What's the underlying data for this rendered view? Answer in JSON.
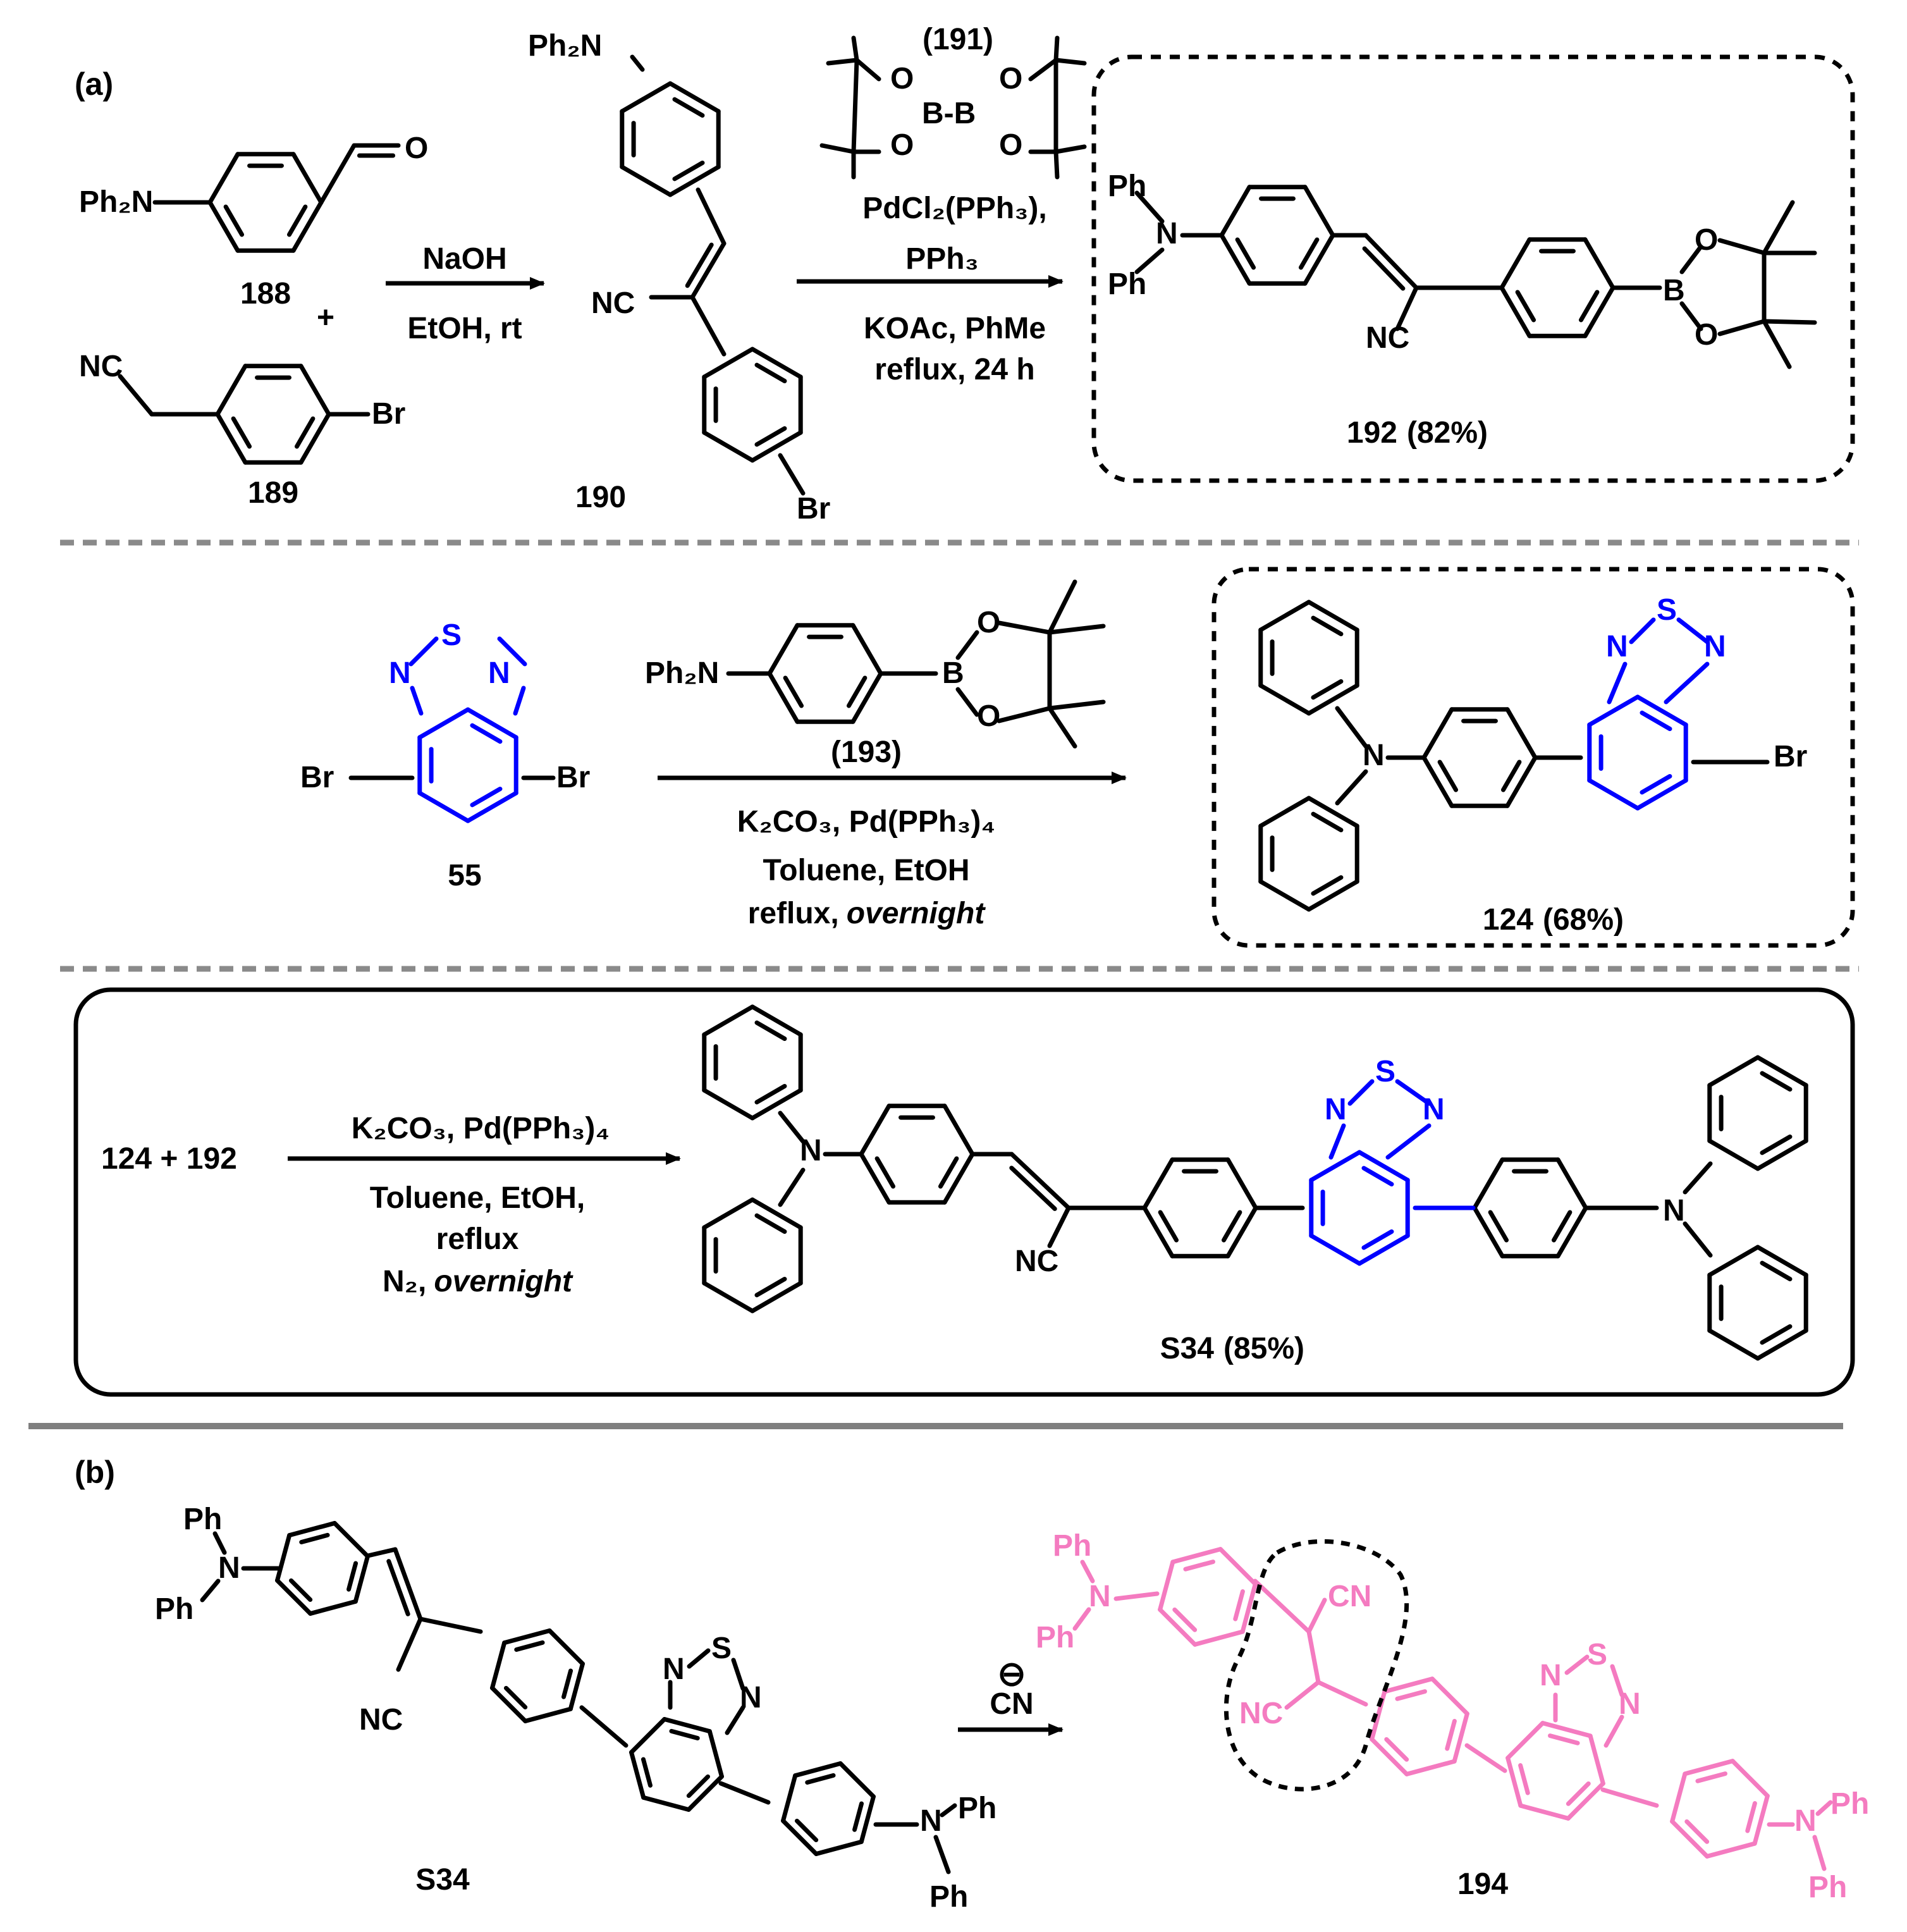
{
  "colors": {
    "black": "#000000",
    "blue": "#0000ff",
    "pink": "#f47bc0",
    "grey": "#8a8a8a",
    "greyDark": "#7f7f7f"
  },
  "labels": {
    "part_a": "(a)",
    "part_b": "(b)",
    "ph2n": "Ph₂N",
    "ph": "Ph",
    "n": "N",
    "s": "S",
    "o": "O",
    "b": "B",
    "bb": "B-B",
    "br": "Br",
    "nc": "NC",
    "cn": "CN",
    "plus": "+"
  },
  "compounds": {
    "c188": "188",
    "c189": "189",
    "c190": "190",
    "c191": "(191)",
    "c192": "192",
    "c192_yield": "(82%)",
    "c55": "55",
    "c193": "(193)",
    "c124": "124",
    "c124_yield": "(68%)",
    "s34": "S34",
    "s34_yield": "(85%)",
    "c194": "194",
    "reactants_row3": "124 + 192"
  },
  "reactions": {
    "r1": {
      "above": "NaOH",
      "below": "EtOH, rt"
    },
    "r2": {
      "line1": "PdCl₂(PPh₃),",
      "line2": "PPh₃",
      "line3": "KOAc, PhMe",
      "line4": "reflux, 24 h"
    },
    "r3": {
      "line1": "K₂CO₃, Pd(PPh₃)₄",
      "line2": "Toluene, EtOH",
      "line3": "reflux,",
      "line3_italic": "overnight"
    },
    "r4": {
      "line1": "K₂CO₃, Pd(PPh₃)₄",
      "line2": "Toluene, EtOH,",
      "line3": "reflux",
      "line4": "N₂,",
      "line4_italic": "overnight"
    },
    "r5": {
      "charge": "⊖",
      "reagent": "CN"
    }
  }
}
